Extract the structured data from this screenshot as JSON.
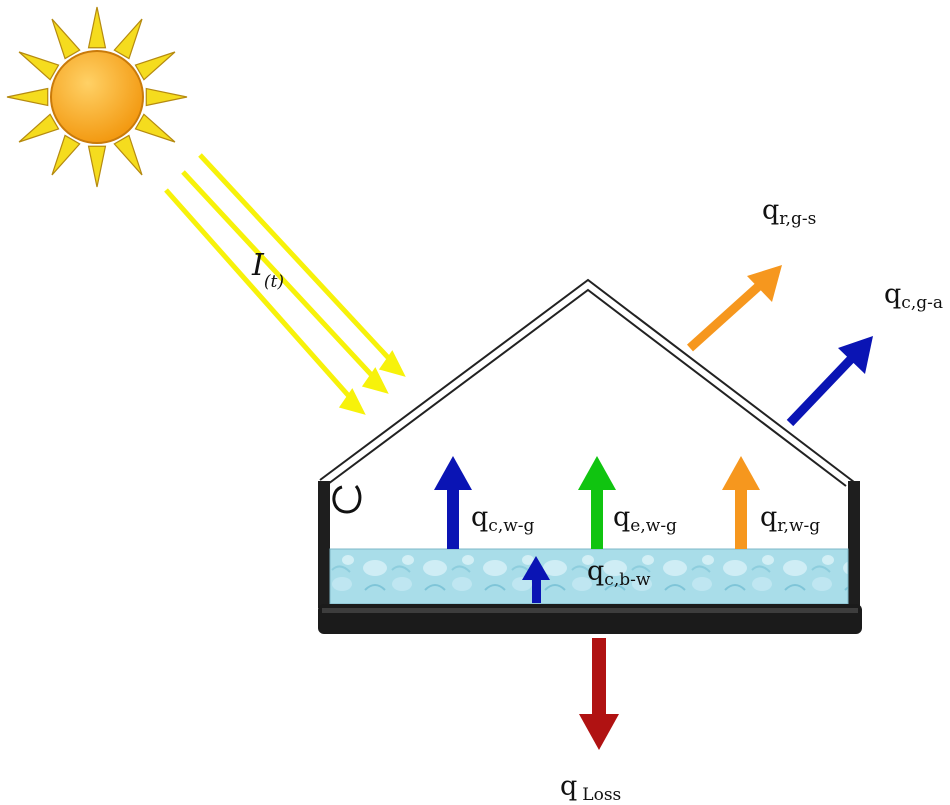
{
  "colors": {
    "sun_core": "#f7a81b",
    "sun_rays": "#f5dc1e",
    "irradiance_beam": "#f7f20a",
    "convective_arrow": "#0a14b4",
    "evaporative_arrow": "#10c410",
    "radiative_arrow": "#f6971e",
    "loss_arrow": "#b01212",
    "water": "#a8dce8",
    "basin": "#1a1a1a"
  },
  "labels": {
    "irradiance": {
      "main": "I",
      "sub": "(t)"
    },
    "q_r_g_s": {
      "main": "q",
      "sub": "r,g-s"
    },
    "q_c_g_a": {
      "main": "q",
      "sub": "c,g-a"
    },
    "q_c_w_g": {
      "main": "q",
      "sub": "c,w-g"
    },
    "q_e_w_g": {
      "main": "q",
      "sub": "e,w-g"
    },
    "q_r_w_g": {
      "main": "q",
      "sub": "r,w-g"
    },
    "q_c_b_w": {
      "main": "q",
      "sub": "c,b-w"
    },
    "q_loss": {
      "main": "q",
      "sub": "Loss"
    }
  },
  "icons": {
    "sun": "sun-icon",
    "hook": "water-inlet-hook-icon"
  }
}
